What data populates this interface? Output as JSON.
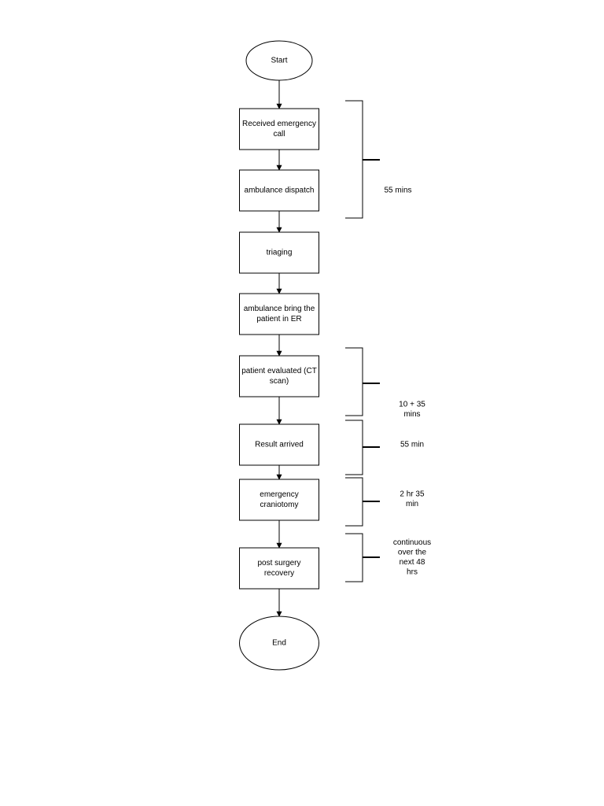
{
  "flowchart": {
    "nodes": [
      {
        "id": "start",
        "shape": "ellipse",
        "lines": [
          "Start"
        ]
      },
      {
        "id": "call",
        "shape": "rect",
        "lines": [
          "Received emergency",
          "call"
        ]
      },
      {
        "id": "dispatch",
        "shape": "rect",
        "lines": [
          "ambulance dispatch"
        ]
      },
      {
        "id": "triage",
        "shape": "rect",
        "lines": [
          "triaging"
        ]
      },
      {
        "id": "bring",
        "shape": "rect",
        "lines": [
          "ambulance bring the",
          "patient in ER"
        ]
      },
      {
        "id": "evaluate",
        "shape": "rect",
        "lines": [
          "patient evaluated (CT",
          "scan)"
        ]
      },
      {
        "id": "result",
        "shape": "rect",
        "lines": [
          "Result arrived"
        ]
      },
      {
        "id": "craniotomy",
        "shape": "rect",
        "lines": [
          "emergency",
          "craniotomy"
        ]
      },
      {
        "id": "recovery",
        "shape": "rect",
        "lines": [
          "post surgery",
          "recovery"
        ]
      },
      {
        "id": "end",
        "shape": "ellipse",
        "lines": [
          "End"
        ]
      }
    ],
    "edges": [
      [
        "start",
        "call"
      ],
      [
        "call",
        "dispatch"
      ],
      [
        "dispatch",
        "triage"
      ],
      [
        "triage",
        "bring"
      ],
      [
        "bring",
        "evaluate"
      ],
      [
        "evaluate",
        "result"
      ],
      [
        "result",
        "craniotomy"
      ],
      [
        "craniotomy",
        "recovery"
      ],
      [
        "recovery",
        "end"
      ]
    ],
    "time_spans": [
      {
        "id": "span-call-dispatch",
        "lines": [
          "55 mins"
        ]
      },
      {
        "id": "span-evaluation",
        "lines": [
          "10 + 35",
          "mins"
        ]
      },
      {
        "id": "span-result",
        "lines": [
          "55 min"
        ]
      },
      {
        "id": "span-craniotomy",
        "lines": [
          "2 hr 35",
          "min"
        ]
      },
      {
        "id": "span-recovery",
        "lines": [
          "continuous",
          "over the",
          "next 48",
          "hrs"
        ]
      }
    ]
  }
}
